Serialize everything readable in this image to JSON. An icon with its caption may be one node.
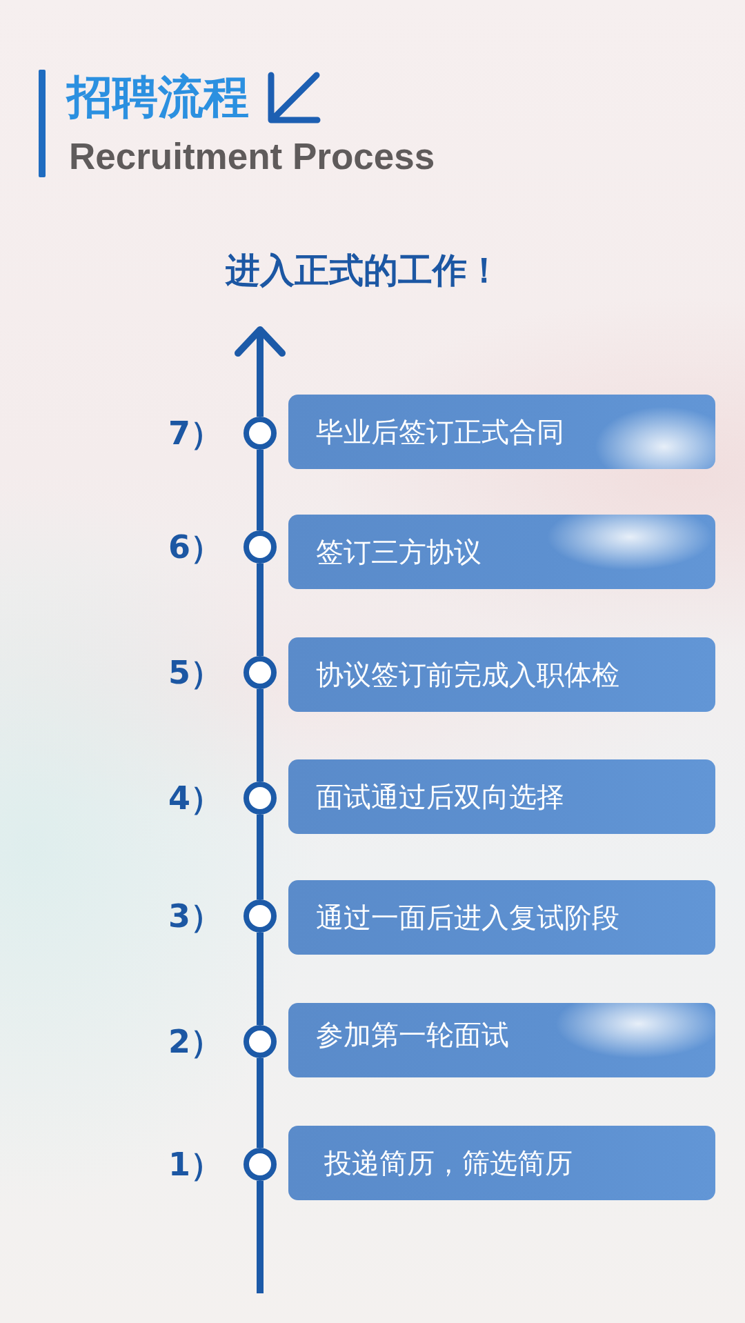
{
  "diagram": {
    "title": "招聘流程",
    "nodes": [
      {
        "text": [
          "进入正式的工作！"
        ]
      },
      {
        "text": [],
        "shape": "circle",
        "beside": [
          "7）"
        ]
      },
      {
        "text": [
          "毕业后签订正式合同"
        ]
      },
      {
        "text": [],
        "shape": "circle",
        "beside": [
          "6）"
        ]
      },
      {
        "text": [
          "签订三方协议"
        ]
      },
      {
        "text": [],
        "shape": "circle",
        "beside": [
          "5）"
        ]
      },
      {
        "text": [
          "协议签订前完成入职体检"
        ]
      },
      {
        "text": [],
        "shape": "circle",
        "beside": [
          "4）"
        ]
      },
      {
        "text": [
          "面试通过后双向选择"
        ]
      },
      {
        "text": [],
        "shape": "circle",
        "beside": [
          "3）"
        ]
      },
      {
        "text": [
          "通过一面后进入复试阶段"
        ]
      },
      {
        "text": [],
        "shape": "circle",
        "beside": [
          "2）"
        ]
      },
      {
        "text": [
          "参加第一轮面试"
        ]
      },
      {
        "text": [],
        "shape": "circle",
        "beside": [
          "1）"
        ]
      },
      {
        "text": [
          "投递简历，筛选简历"
        ]
      }
    ],
    "edges": [
      {
        "from": 1,
        "to": 0,
        "arrow": "to"
      },
      {
        "from": 3,
        "to": 1,
        "arrow": "none"
      },
      {
        "from": 5,
        "to": 3,
        "arrow": "none"
      },
      {
        "from": 7,
        "to": 5,
        "arrow": "none"
      },
      {
        "from": 9,
        "to": 7,
        "arrow": "none"
      },
      {
        "from": 11,
        "to": 9,
        "arrow": "none"
      },
      {
        "from": 13,
        "to": 11,
        "arrow": "none"
      },
      {
        "from": null,
        "to": 13,
        "arrow": "none"
      }
    ],
    "labels": [
      "Recruitment Process"
    ]
  }
}
